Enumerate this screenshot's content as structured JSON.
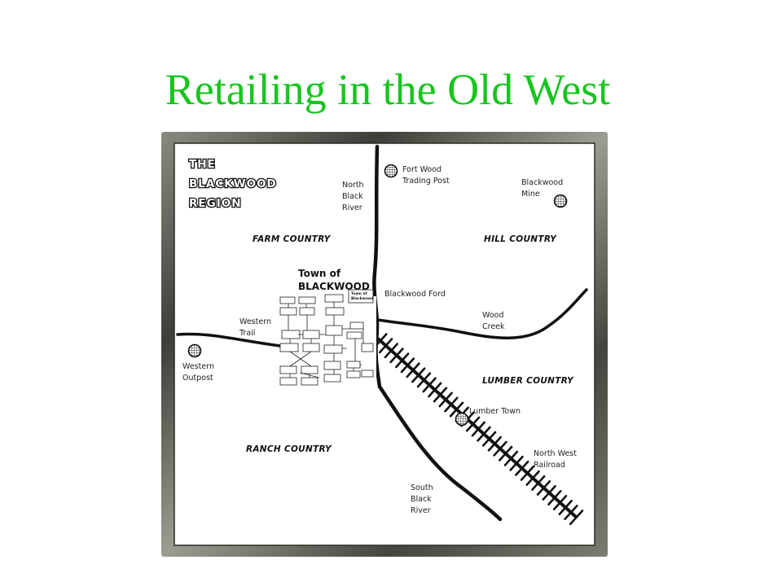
{
  "slide": {
    "title": "Retailing in the Old West"
  },
  "map": {
    "title_lines": [
      "THE",
      "BLACKWOOD",
      "REGION"
    ],
    "regions": {
      "farm": "FARM COUNTRY",
      "hill": "HILL COUNTRY",
      "lumber": "LUMBER COUNTRY",
      "ranch": "RANCH COUNTRY"
    },
    "town": {
      "lines": [
        "Town of",
        "BLACKWOOD"
      ],
      "inset_lines": [
        "Town of",
        "Blackwood"
      ]
    },
    "labels": {
      "north_black_river": [
        "North",
        "Black",
        "River"
      ],
      "fort_wood": [
        "Fort Wood",
        "Trading Post"
      ],
      "blackwood_mine": [
        "Blackwood",
        "Mine"
      ],
      "blackwood_ford": [
        "Blackwood Ford"
      ],
      "western_trail": [
        "Western",
        "Trail"
      ],
      "wood_creek": [
        "Wood",
        "Creek"
      ],
      "western_outpost": [
        "Western",
        "Outpost"
      ],
      "lumber_town": [
        "Lumber Town"
      ],
      "north_west_railroad": [
        "North West",
        "Railroad"
      ],
      "south_black_river": [
        "South",
        "Black",
        "River"
      ]
    },
    "icons": [
      "fort-wood-trading-post",
      "blackwood-mine",
      "western-outpost",
      "lumber-town"
    ]
  },
  "colors": {
    "title": "#17c51f",
    "frame": "#4a4a44",
    "paper": "#ffffff",
    "ink": "#111111"
  }
}
